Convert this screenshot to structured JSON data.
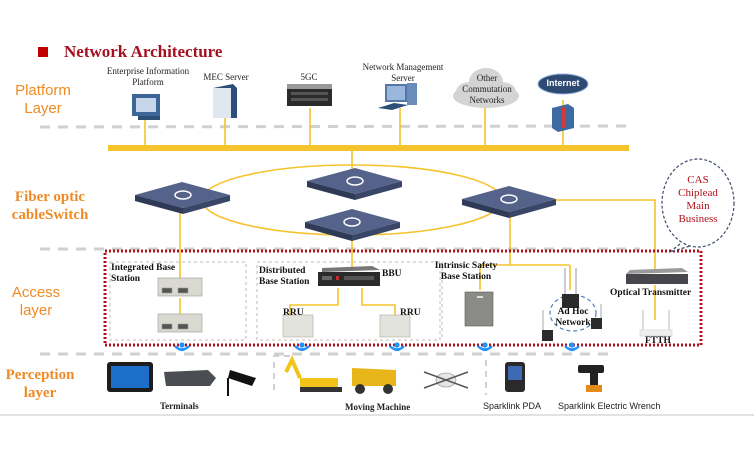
{
  "title": "Network Architecture",
  "layers": {
    "platform": "Platform Layer",
    "fiber": "Fiber optic cableSwitch",
    "access": "Access layer",
    "perception": "Perception layer"
  },
  "platform_items": {
    "enterprise": "Enterprise Information Platform",
    "mec": "MEC Server",
    "fivegc": "5GC",
    "nms": "Network Management Server",
    "other": "Other Commutation Networks",
    "internet": "Internet"
  },
  "callout": "CAS Chiplead Main Business",
  "access": {
    "integrated": "Integrated Base Station",
    "distributed": "Distributed Base Station",
    "bbu": "BBU",
    "rru1": "RRU",
    "rru2": "RRU",
    "intrinsic": "Intrinsic Safety Base Station",
    "adhoc": "Ad Hoc Network",
    "optical": "Optical Transmitter",
    "ftth": "FTTH"
  },
  "perception": {
    "terminals": "Terminals",
    "moving": "Moving Machine",
    "pda": "Sparklink PDA",
    "wrench": "Sparklink Electric Wrench"
  },
  "colors": {
    "title": "#a50f1e",
    "layer_label": "#f08a24",
    "link": "#f5c32c",
    "switch": "#3d4a6b",
    "dotted_border": "#b0101a",
    "wifi": "#1e90ff"
  }
}
